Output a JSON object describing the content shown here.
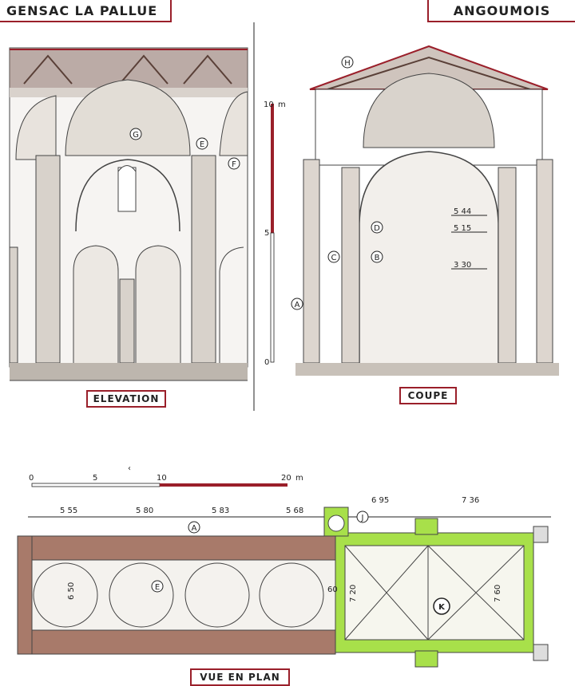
{
  "header": {
    "site": "GENSAC LA PALLUE",
    "region": "ANGOUMOIS"
  },
  "captions": {
    "elevation": "ELEVATION",
    "section": "COUPE",
    "plan": "VUE EN PLAN"
  },
  "scale_vertical": {
    "unit": "m",
    "ticks": [
      "10",
      "5",
      "0"
    ]
  },
  "scale_horizontal": {
    "unit": "m",
    "ticks": [
      "0",
      "5",
      "10",
      "20"
    ]
  },
  "elevation_markers": [
    "G",
    "E",
    "F"
  ],
  "section_markers": [
    "H",
    "D",
    "C",
    "B",
    "A"
  ],
  "section_dims": [
    "5 44",
    "5 15",
    "3 30"
  ],
  "plan_markers": [
    "A",
    "E",
    "J",
    "K"
  ],
  "plan_dims_top": [
    "5 55",
    "5 80",
    "5 83",
    "5 68",
    "6 95",
    "7 36"
  ],
  "plan_dims_side": [
    "6 50",
    "60",
    "7 20",
    "7 60"
  ],
  "small_mark": "‹",
  "colors": {
    "accent_red": "#9a1f2a",
    "masonry": "#a87a6a",
    "green": "#a8e04a",
    "line": "#222222"
  }
}
